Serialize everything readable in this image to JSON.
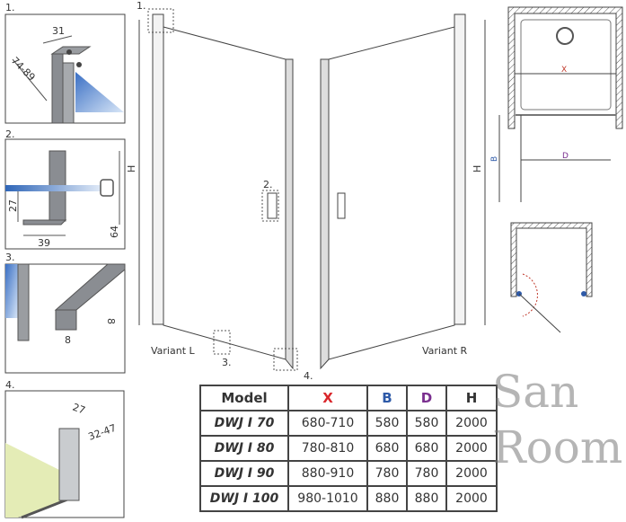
{
  "details": [
    {
      "number": "1.",
      "dims": [
        "31",
        "74-89"
      ]
    },
    {
      "number": "2.",
      "dims": [
        "27",
        "39",
        "64"
      ]
    },
    {
      "number": "3.",
      "dims": [
        "8",
        "8"
      ]
    },
    {
      "number": "4.",
      "dims": [
        "27",
        "32-47"
      ]
    }
  ],
  "elevation": {
    "height_label": "H",
    "variant_left": "Variant L",
    "variant_right": "Variant R",
    "callouts": [
      "1.",
      "2.",
      "3.",
      "4."
    ]
  },
  "plan": {
    "x_label": "X",
    "b_label": "B",
    "d_label": "D"
  },
  "table": {
    "headers": [
      "Model",
      "X",
      "B",
      "D",
      "H"
    ],
    "header_colors": [
      "#333333",
      "#d9262b",
      "#2e5aa8",
      "#7a2f8f",
      "#333333"
    ],
    "rows": [
      [
        "DWJ I 70",
        "680-710",
        "580",
        "580",
        "2000"
      ],
      [
        "DWJ I 80",
        "780-810",
        "680",
        "680",
        "2000"
      ],
      [
        "DWJ I 90",
        "880-910",
        "780",
        "780",
        "2000"
      ],
      [
        "DWJ I 100",
        "980-1010",
        "880",
        "880",
        "2000"
      ]
    ]
  },
  "watermark": "San Room"
}
